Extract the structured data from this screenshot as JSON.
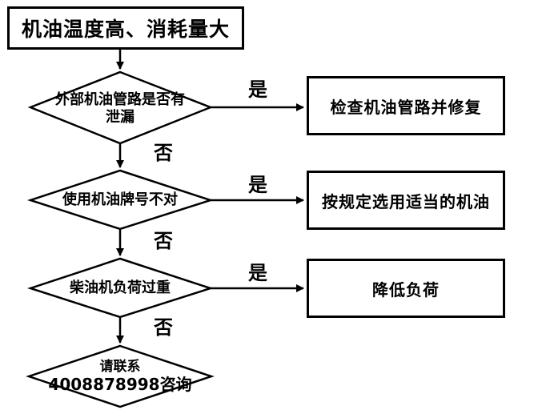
{
  "flowchart": {
    "start": {
      "label": "机油温度高、消耗量大"
    },
    "yes_label": "是",
    "no_label": "否",
    "steps": [
      {
        "question_line1": "外部机油管路是否有",
        "question_line2": "泄漏",
        "action": "检查机油管路并修复"
      },
      {
        "question_line1": "使用机油牌号不对",
        "action": "按规定选用适当的机油"
      },
      {
        "question_line1": "柴油机负荷过重",
        "action": "降低负荷"
      }
    ],
    "fallback": {
      "line1": "请联系",
      "line2": "4008878998咨询"
    },
    "colors": {
      "stroke": "#000000",
      "shape_fill": "#ffffff",
      "text": "#000000",
      "background": "#ffffff"
    }
  }
}
